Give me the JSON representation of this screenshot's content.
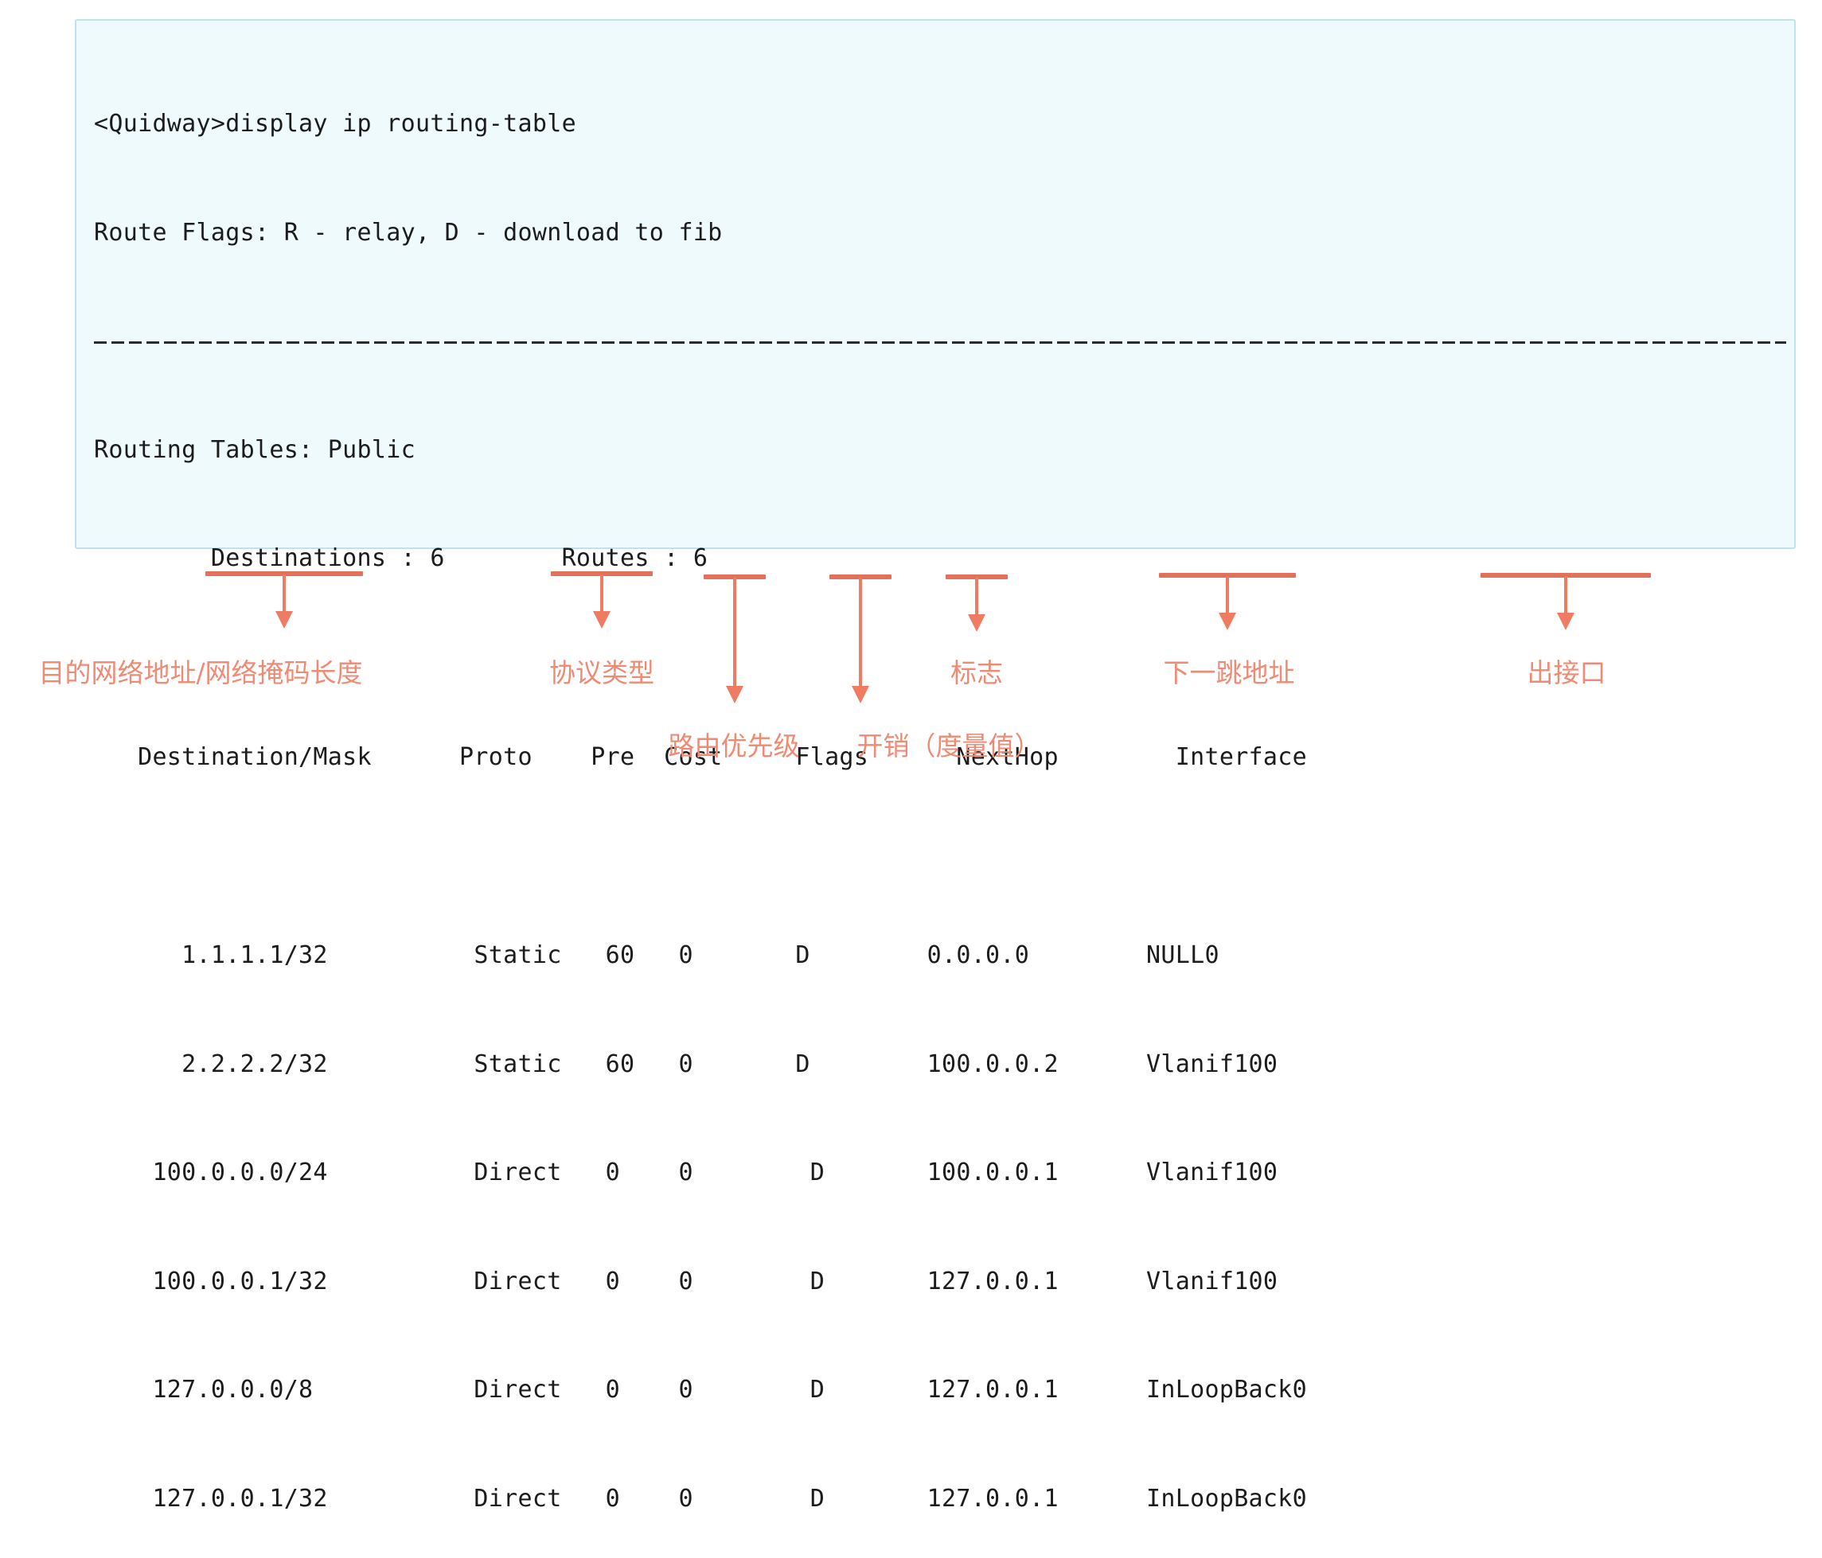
{
  "terminal": {
    "prompt_line": "<Quidway>display ip routing-table",
    "flags_line": "Route Flags: R - relay, D - download to fib",
    "separator": "------------------------------------------------------------------------------------",
    "table_scope": "Routing Tables: Public",
    "counts_line": "        Destinations : 6        Routes : 6",
    "destinations_label": "Destinations",
    "destinations_count": "6",
    "routes_label": "Routes",
    "routes_count": "6",
    "header_line": "   Destination/Mask      Proto    Pre  Cost     Flags      NextHop        Interface",
    "columns": [
      "Destination/Mask",
      "Proto",
      "Pre",
      "Cost",
      "Flags",
      "NextHop",
      "Interface"
    ],
    "rows": [
      {
        "line": "      1.1.1.1/32          Static   60   0       D        0.0.0.0        NULL0",
        "destination": "1.1.1.1/32",
        "proto": "Static",
        "pre": "60",
        "cost": "0",
        "flags": "D",
        "nexthop": "0.0.0.0",
        "interface": "NULL0"
      },
      {
        "line": "      2.2.2.2/32          Static   60   0       D        100.0.0.2      Vlanif100",
        "destination": "2.2.2.2/32",
        "proto": "Static",
        "pre": "60",
        "cost": "0",
        "flags": "D",
        "nexthop": "100.0.0.2",
        "interface": "Vlanif100"
      },
      {
        "line": "    100.0.0.0/24          Direct   0    0        D       100.0.0.1      Vlanif100",
        "destination": "100.0.0.0/24",
        "proto": "Direct",
        "pre": "0",
        "cost": "0",
        "flags": "D",
        "nexthop": "100.0.0.1",
        "interface": "Vlanif100"
      },
      {
        "line": "    100.0.0.1/32          Direct   0    0        D       127.0.0.1      Vlanif100",
        "destination": "100.0.0.1/32",
        "proto": "Direct",
        "pre": "0",
        "cost": "0",
        "flags": "D",
        "nexthop": "127.0.0.1",
        "interface": "Vlanif100"
      },
      {
        "line": "    127.0.0.0/8           Direct   0    0        D       127.0.0.1      InLoopBack0",
        "destination": "127.0.0.0/8",
        "proto": "Direct",
        "pre": "0",
        "cost": "0",
        "flags": "D",
        "nexthop": "127.0.0.1",
        "interface": "InLoopBack0"
      },
      {
        "line": "    127.0.0.1/32          Direct   0    0        D       127.0.0.1      InLoopBack0",
        "destination": "127.0.0.1/32",
        "proto": "Direct",
        "pre": "0",
        "cost": "0",
        "flags": "D",
        "nexthop": "127.0.0.1",
        "interface": "InLoopBack0"
      }
    ]
  },
  "annotations": {
    "accent_color": "#ef7b62",
    "label_color": "#ef8a74",
    "items": [
      {
        "id": "destination-mask",
        "label": "目的网络地址/网络掩码长度"
      },
      {
        "id": "proto",
        "label": "协议类型"
      },
      {
        "id": "pre",
        "label": "路由优先级"
      },
      {
        "id": "cost",
        "label": "开销（度量值）"
      },
      {
        "id": "flags",
        "label": "标志"
      },
      {
        "id": "nexthop",
        "label": "下一跳地址"
      },
      {
        "id": "interface",
        "label": "出接口"
      }
    ]
  }
}
